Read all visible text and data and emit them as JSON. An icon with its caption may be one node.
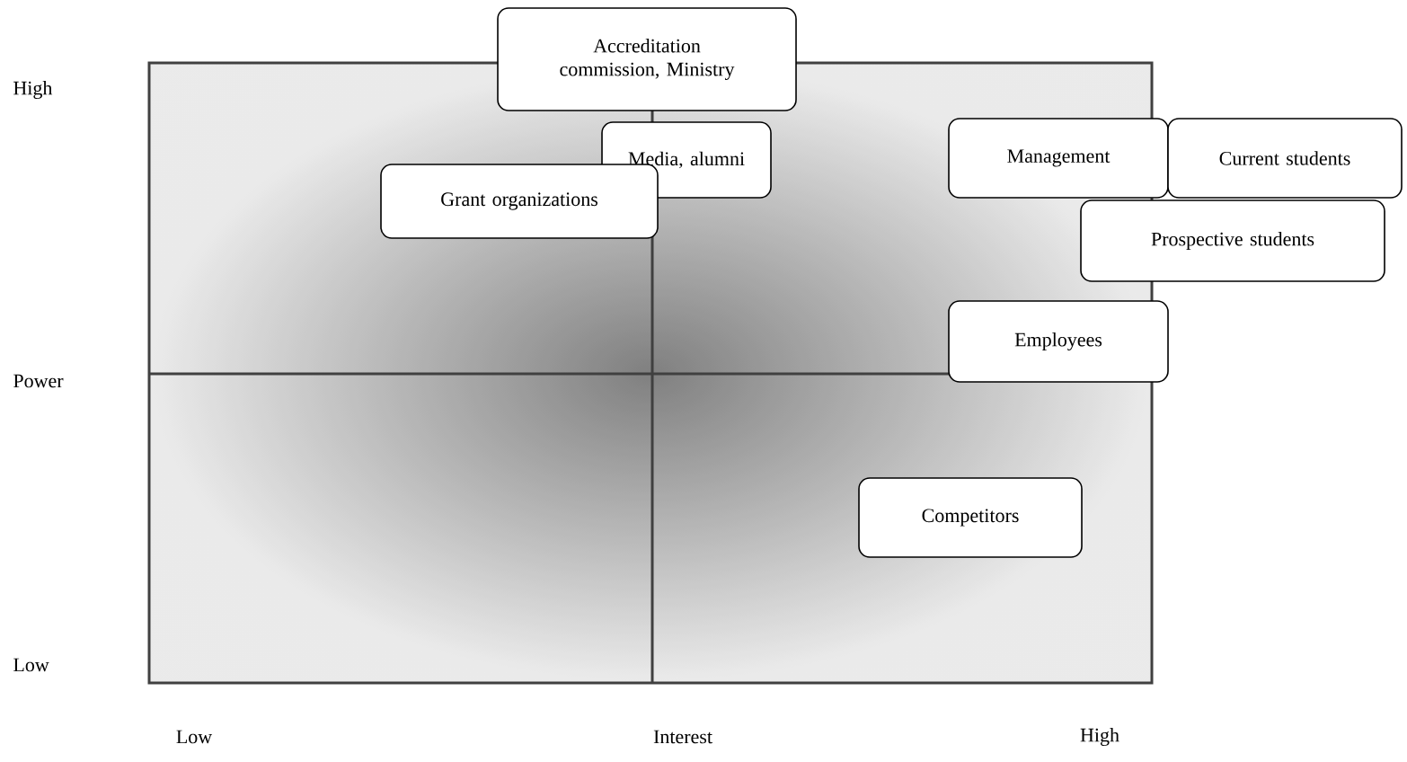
{
  "diagram": {
    "nodes": [
      {
        "text": [
          "Accreditation commission, Ministry"
        ]
      },
      {
        "text": [
          "Media, alumni"
        ]
      },
      {
        "text": [
          "Grant organizations"
        ]
      },
      {
        "text": [
          "Management"
        ]
      },
      {
        "text": [
          "Current students"
        ]
      },
      {
        "text": [
          "Prospective students"
        ]
      },
      {
        "text": [
          "Employees"
        ]
      },
      {
        "text": [
          "Competitors"
        ]
      }
    ],
    "labels": [
      "High",
      "Power",
      "Low",
      "Low",
      "Interest",
      "High"
    ]
  }
}
